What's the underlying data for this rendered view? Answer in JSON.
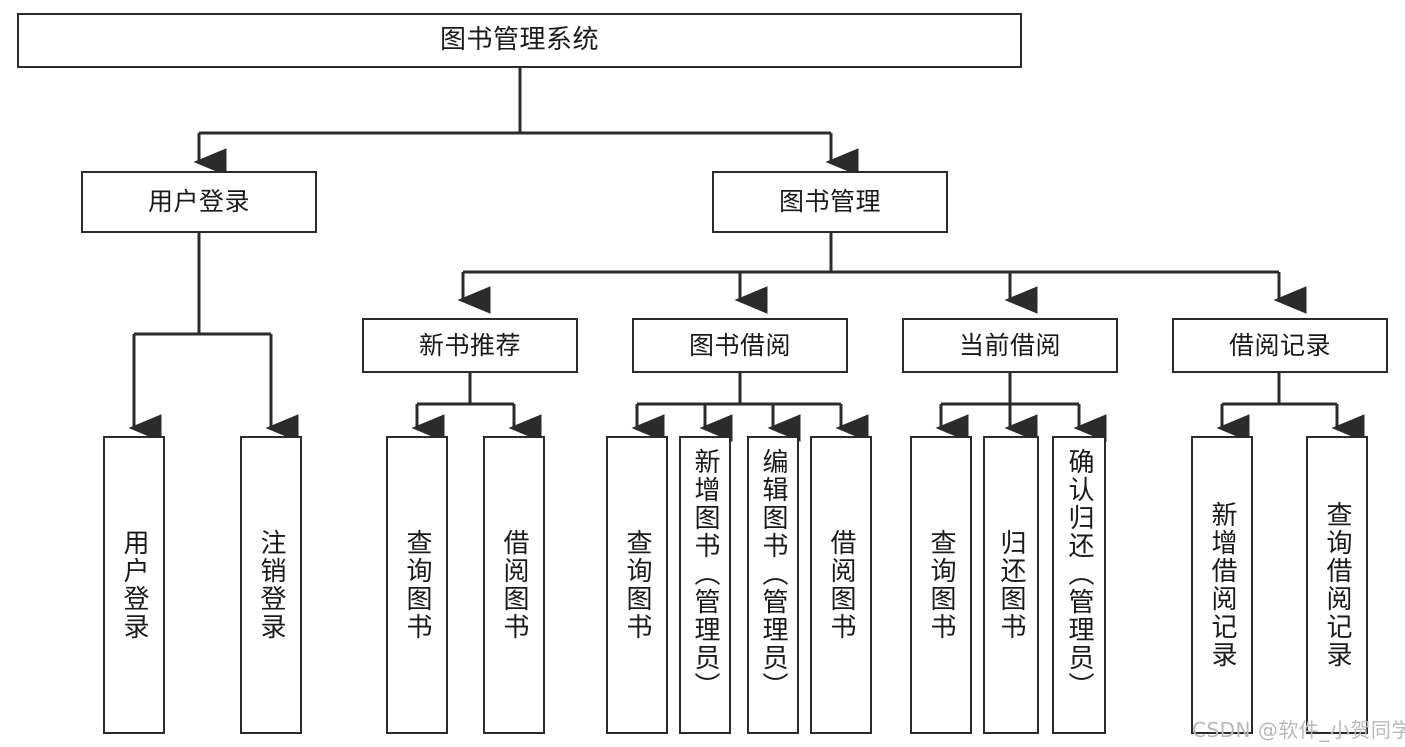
{
  "diagram": {
    "title": "图书管理系统",
    "type": "hierarchy-tree",
    "orientation": "top-down",
    "colors": {
      "stroke": "#2b2b2b",
      "fill": "#ffffff",
      "text": "#1a1a1a",
      "watermark": "#b9b9b9"
    }
  },
  "root": {
    "label": "图书管理系统"
  },
  "level2": [
    {
      "label": "用户登录"
    },
    {
      "label": "图书管理"
    }
  ],
  "level3": [
    {
      "label": "新书推荐"
    },
    {
      "label": "图书借阅"
    },
    {
      "label": "当前借阅"
    },
    {
      "label": "借阅记录"
    }
  ],
  "leaves": {
    "user_login": [
      {
        "label": "用户登录"
      },
      {
        "label": "注销登录"
      }
    ],
    "new_book": [
      {
        "label": "查询图书"
      },
      {
        "label": "借阅图书"
      }
    ],
    "book_borrow": [
      {
        "label": "查询图书"
      },
      {
        "label": "新增图书（管理员）"
      },
      {
        "label": "编辑图书（管理员）"
      },
      {
        "label": "借阅图书"
      }
    ],
    "current_borrow": [
      {
        "label": "查询图书"
      },
      {
        "label": "归还图书"
      },
      {
        "label": "确认归还（管理员）"
      }
    ],
    "borrow_record": [
      {
        "label": "新增借阅记录"
      },
      {
        "label": "查询借阅记录"
      }
    ]
  },
  "watermark": {
    "text": "CSDN @软件_小贺同学"
  }
}
